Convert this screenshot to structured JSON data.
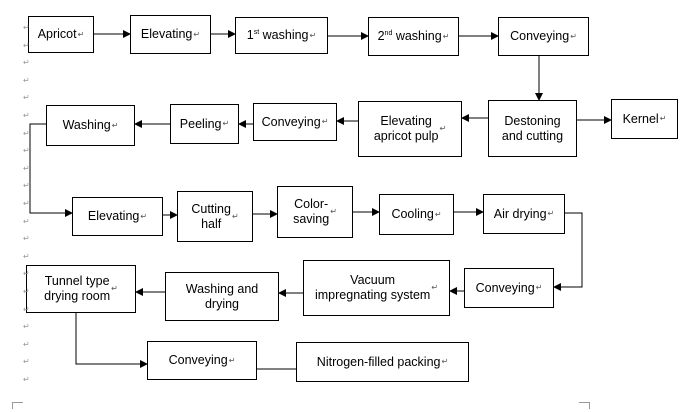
{
  "diagram": {
    "nodes": {
      "apricot": {
        "label": "Apricot"
      },
      "elevating1": {
        "label": "Elevating"
      },
      "washing1": {
        "label": "1st washing"
      },
      "washing2": {
        "label": "2nd washing"
      },
      "conveying1": {
        "label": "Conveying"
      },
      "kernel": {
        "label": "Kernel"
      },
      "destoning": {
        "label": "Destoning\nand cutting"
      },
      "elevating_pulp": {
        "label": "Elevating\napricot pulp"
      },
      "conveying2": {
        "label": "Conveying"
      },
      "peeling": {
        "label": "Peeling"
      },
      "washing3": {
        "label": "Washing"
      },
      "elevating2": {
        "label": "Elevating"
      },
      "cutting_half": {
        "label": "Cutting\nhalf"
      },
      "color_saving": {
        "label": "Color-\nsaving"
      },
      "cooling": {
        "label": "Cooling"
      },
      "air_drying": {
        "label": "Air drying"
      },
      "conveying3": {
        "label": "Conveying"
      },
      "vacuum": {
        "label": "Vacuum\nimpregnating system"
      },
      "washing_drying": {
        "label": "Washing      and\ndrying"
      },
      "tunnel": {
        "label": "Tunnel type\ndrying room"
      },
      "conveying4": {
        "label": "Conveying"
      },
      "packing": {
        "label": "Nitrogen-filled packing"
      }
    },
    "paragraph_mark": "↵",
    "arrow_color": "#000000",
    "border_color": "#000000"
  }
}
